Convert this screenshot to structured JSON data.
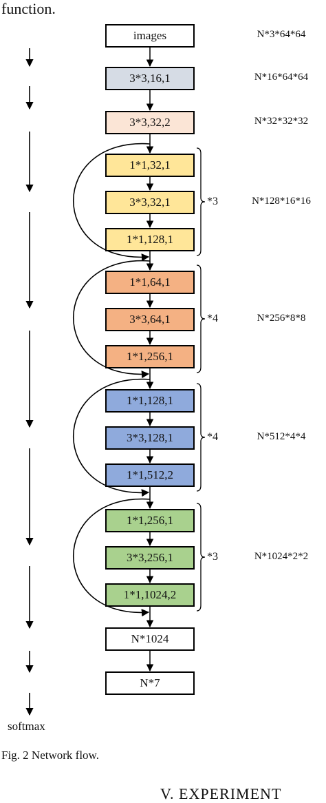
{
  "intro_text": "function.",
  "blocks": [
    {
      "label": "images",
      "fill": "#ffffff"
    },
    {
      "label": "3*3,16,1",
      "fill": "#d6dce5"
    },
    {
      "label": "3*3,32,2",
      "fill": "#fbe5d6"
    },
    {
      "label": "1*1,32,1",
      "fill": "#ffe699"
    },
    {
      "label": "3*3,32,1",
      "fill": "#ffe699"
    },
    {
      "label": "1*1,128,1",
      "fill": "#ffe699"
    },
    {
      "label": "1*1,64,1",
      "fill": "#f4b183"
    },
    {
      "label": "3*3,64,1",
      "fill": "#f4b183"
    },
    {
      "label": "1*1,256,1",
      "fill": "#f4b183"
    },
    {
      "label": "1*1,128,1",
      "fill": "#8faadc"
    },
    {
      "label": "3*3,128,1",
      "fill": "#8faadc"
    },
    {
      "label": "1*1,512,2",
      "fill": "#8faadc"
    },
    {
      "label": "1*1,256,1",
      "fill": "#a9d18e"
    },
    {
      "label": "3*3,256,1",
      "fill": "#a9d18e"
    },
    {
      "label": "1*1,1024,2",
      "fill": "#a9d18e"
    },
    {
      "label": "N*1024",
      "fill": "#ffffff"
    },
    {
      "label": "N*7",
      "fill": "#ffffff"
    }
  ],
  "shapes": [
    "N*3*64*64",
    "N*16*64*64",
    "N*32*32*32",
    "N*128*16*16",
    "N*256*8*8",
    "N*512*4*4",
    "N*1024*2*2"
  ],
  "multipliers": [
    "*3",
    "*4",
    "*4",
    "*3"
  ],
  "softmax_label": "softmax",
  "caption": "Fig. 2 Network flow.",
  "section_heading": "V. EXPERIMENT"
}
